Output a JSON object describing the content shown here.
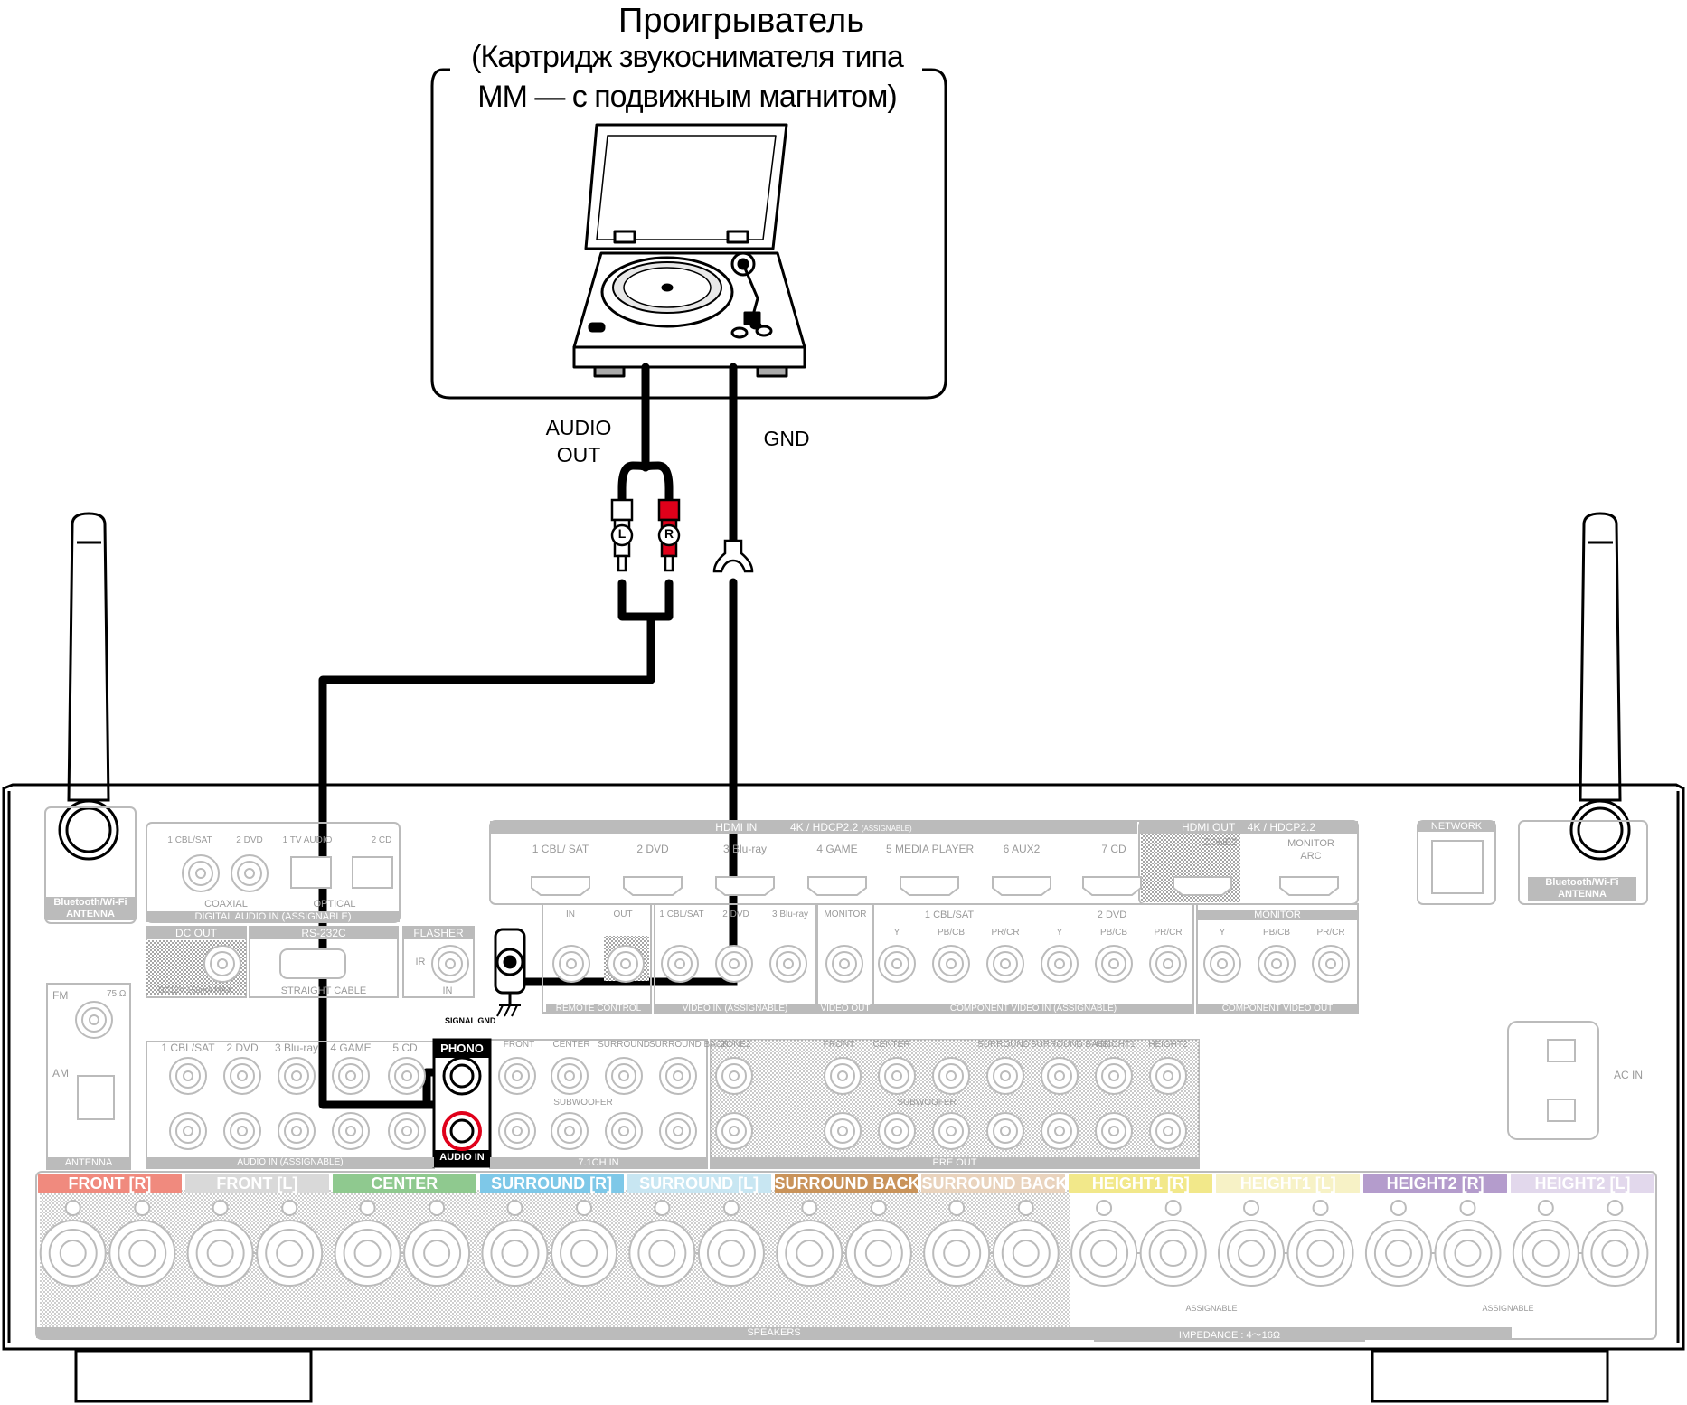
{
  "device": {
    "title": "Проигрыватель",
    "subtitle_1": "(Картридж звукоснимателя типа",
    "subtitle_2": "MM — с подвижным магнитом)"
  },
  "cable_labels": {
    "audio_out_1": "AUDIO",
    "audio_out_2": "OUT",
    "gnd": "GND",
    "plug_l": "L",
    "plug_r": "R",
    "signal_gnd": "SIGNAL GND"
  },
  "panel": {
    "antenna_label": "Bluetooth/Wi-Fi",
    "antenna_label_2": "ANTENNA",
    "digital_audio_in": "DIGITAL AUDIO IN (ASSIGNABLE)",
    "digital_ports": [
      "1 CBL/SAT",
      "2 DVD",
      "1 TV AUDIO",
      "2 CD"
    ],
    "coaxial": "COAXIAL",
    "optical": "OPTICAL",
    "hdmi_in": "HDMI IN",
    "hdmi_in_spec": "4K / HDCP2.2",
    "assignable": "(ASSIGNABLE)",
    "hdmi_inputs": [
      "1 CBL/ SAT",
      "2 DVD",
      "3 Blu-ray",
      "4 GAME",
      "5 MEDIA PLAYER",
      "6 AUX2",
      "7 CD"
    ],
    "hdmi_out": "HDMI OUT",
    "hdmi_out_spec": "4K / HDCP2.2",
    "zone2": "ZONE2",
    "monitor_arc": "MONITOR ARC",
    "network": "NETWORK",
    "dc_out": "DC OUT",
    "dc_out_spec": "DC12V 150mA MAX.",
    "rs232c": "RS-232C",
    "straight_cable": "STRAIGHT CABLE",
    "flasher": "FLASHER",
    "ir": "IR",
    "flasher_in": "IN",
    "remote_in": "IN",
    "remote_out": "OUT",
    "remote_control": "REMOTE CONTROL",
    "video_in_ports": [
      "1 CBL/SAT",
      "2 DVD",
      "3 Blu-ray"
    ],
    "video_in": "VIDEO IN (ASSIGNABLE)",
    "monitor": "MONITOR",
    "video_out": "VIDEO OUT",
    "comp_1": "1 CBL/SAT",
    "comp_2": "2 DVD",
    "comp_channels": [
      "Y",
      "PB/CB",
      "PR/CR"
    ],
    "component_video_in": "COMPONENT VIDEO IN (ASSIGNABLE)",
    "component_video_out": "COMPONENT VIDEO OUT",
    "fm": "FM",
    "fm_ohm": "75 Ω",
    "am": "AM",
    "antenna": "ANTENNA",
    "audio_in_ports": [
      "1 CBL/SAT",
      "2 DVD",
      "3 Blu-ray",
      "4 GAME",
      "5 CD"
    ],
    "phono": "PHONO",
    "audio_in": "AUDIO IN",
    "audio_in_assignable": "AUDIO IN (ASSIGNABLE)",
    "ch71_ports": [
      "FRONT",
      "CENTER",
      "SURROUND",
      "SURROUND BACK"
    ],
    "subwoofer": "SUBWOOFER",
    "ch71_in": "7.1CH IN",
    "preout_ports": [
      "ZONE2",
      "FRONT",
      "CENTER",
      "SURROUND",
      "SURROUND BACK",
      "HEIGHT1",
      "HEIGHT2"
    ],
    "pre_out": "PRE OUT",
    "ac_in": "AC IN",
    "speakers_label": "SPEAKERS",
    "impedance": "IMPEDANCE : 4～16Ω",
    "speaker_groups": [
      {
        "label": "FRONT",
        "ch": "R",
        "color": "#f08a7e"
      },
      {
        "label": "FRONT",
        "ch": "L",
        "color": "#d9d9d9"
      },
      {
        "label": "CENTER",
        "ch": "",
        "color": "#8fc98f"
      },
      {
        "label": "SURROUND",
        "ch": "R",
        "color": "#7ec8e8"
      },
      {
        "label": "SURROUND",
        "ch": "L",
        "color": "#c8e6f2"
      },
      {
        "label": "SURROUND BACK",
        "ch": "R",
        "color": "#c9935a"
      },
      {
        "label": "SURROUND BACK",
        "ch": "L",
        "color": "#e9d3bd"
      },
      {
        "label": "HEIGHT1",
        "ch": "R",
        "color": "#f2e88a"
      },
      {
        "label": "HEIGHT1",
        "ch": "L",
        "color": "#f7f2c6"
      },
      {
        "label": "HEIGHT2",
        "ch": "R",
        "color": "#b49ccc"
      },
      {
        "label": "HEIGHT2",
        "ch": "L",
        "color": "#e2d8ec"
      }
    ]
  }
}
